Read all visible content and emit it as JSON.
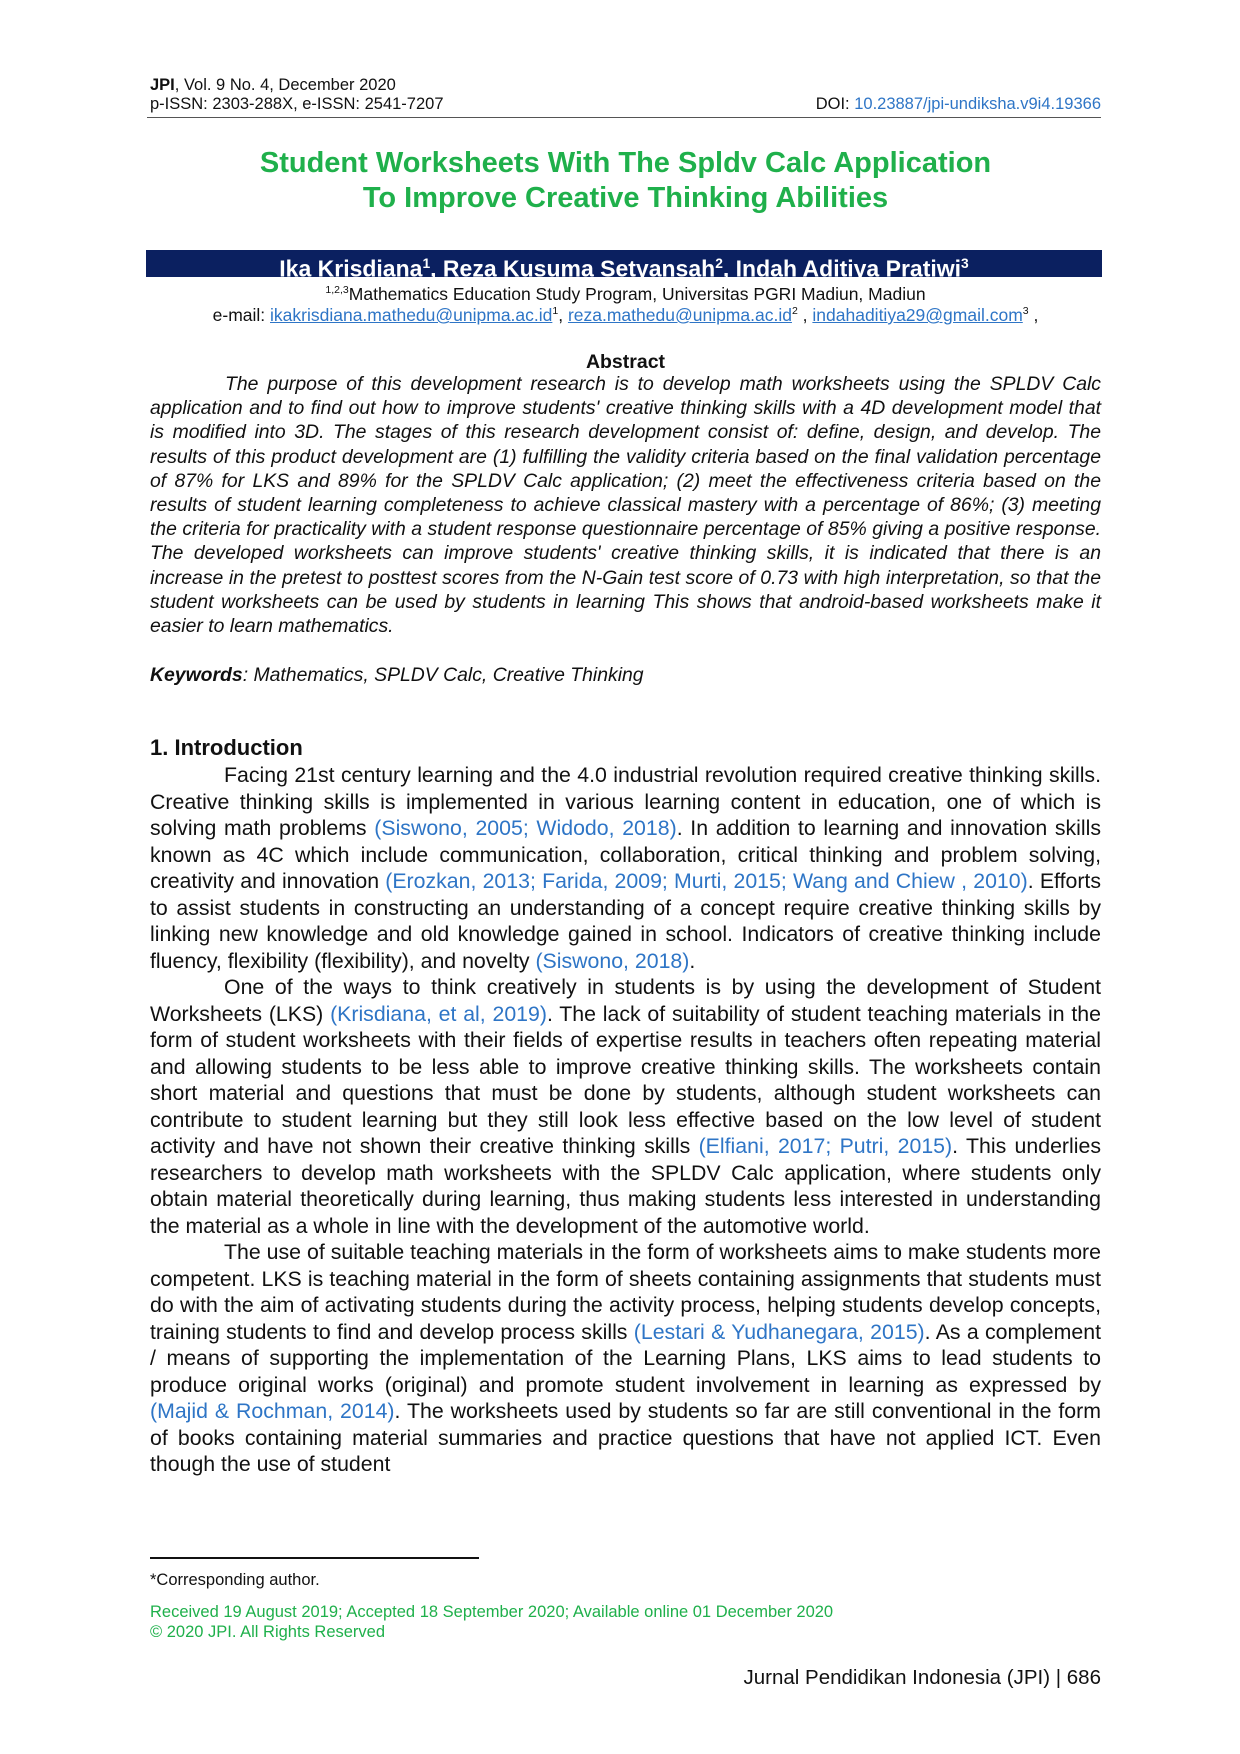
{
  "header": {
    "journal": "JPI",
    "volume": ", Vol. 9 No. 4, December 2020",
    "issn": "p-ISSN: 2303-288X, e-ISSN: 2541-7207",
    "doi_label": "DOI: ",
    "doi": "10.23887/jpi-undiksha.v9i4.19366"
  },
  "title": {
    "line1": "Student Worksheets With The Spldv Calc Application",
    "line2": "To Improve Creative Thinking Abilities"
  },
  "authors": [
    {
      "name": "Ika Krisdiana",
      "sup": "1",
      "sep": ", "
    },
    {
      "name": "Reza Kusuma Setyansah",
      "sup": "2",
      "sep": ", "
    },
    {
      "name": "Indah Aditiya Pratiwi",
      "sup": "3",
      "sep": ""
    }
  ],
  "affiliation": {
    "sup": "1,2,3",
    "text": "Mathematics Education Study Program, Universitas PGRI Madiun, Madiun"
  },
  "emails": {
    "label": "e-mail: ",
    "items": [
      {
        "addr": "ikakrisdiana.mathedu@unipma.ac.id",
        "sup": "1",
        "sep": ", "
      },
      {
        "addr": "reza.mathedu@unipma.ac.id",
        "sup": "2",
        "sep": " , "
      },
      {
        "addr": "indahaditiya29@gmail.com",
        "sup": "3",
        "sep": " ,"
      }
    ]
  },
  "abstract": {
    "heading": "Abstract",
    "text": "The purpose of this development research is to develop math worksheets using the SPLDV Calc application and to find out how to improve students' creative thinking skills with a 4D development model that is modified into 3D. The stages of this research development consist of: define, design, and develop. The results of this product development are (1) fulfilling the validity criteria based on the final validation percentage of 87% for LKS and 89% for the SPLDV Calc application; (2) meet the effectiveness criteria based on the results of student learning completeness to achieve classical mastery with a percentage of 86%; (3) meeting the criteria for practicality with a student response questionnaire percentage of 85% giving a positive response. The developed worksheets can improve students' creative thinking skills, it is indicated that there is an increase in the pretest to posttest scores from the N-Gain test score of 0.73 with high interpretation, so that the student worksheets can be used by students in learning This shows that android-based worksheets make it easier to learn mathematics."
  },
  "keywords": {
    "label": "Keywords",
    "text": ": Mathematics, SPLDV Calc, Creative Thinking"
  },
  "introduction": {
    "heading": "1.  Introduction",
    "paragraphs": [
      [
        {
          "t": "Facing 21st century learning and the 4.0 industrial revolution required creative thinking skills. Creative thinking skills is implemented in various learning content in education, one of which is solving math problems "
        },
        {
          "t": "(Siswono, 2005;  Widodo, 2018)",
          "c": true
        },
        {
          "t": ". In addition to learning and innovation skills known as 4C which include communication, collaboration, critical thinking and problem solving, creativity and innovation "
        },
        {
          "t": "(Erozkan, 2013; Farida, 2009; Murti, 2015; Wang and Chiew , 2010)",
          "c": true
        },
        {
          "t": ". Efforts to assist students in constructing an understanding of a concept require creative thinking skills by linking new knowledge and old knowledge gained in school. Indicators of creative thinking include fluency, flexibility (flexibility), and novelty "
        },
        {
          "t": "(Siswono, 2018)",
          "c": true
        },
        {
          "t": "."
        }
      ],
      [
        {
          "t": "One of the ways to think creatively in students is by using the development of Student Worksheets (LKS) "
        },
        {
          "t": "(Krisdiana, et al, 2019)",
          "c": true
        },
        {
          "t": ". The lack of suitability of student teaching materials in the form of student worksheets with their fields of expertise results in teachers often repeating material and allowing students to be less able to improve creative thinking skills. The worksheets contain short material and questions that must be done by students, although student worksheets can contribute to student learning but they still look less effective based on the low level of student activity and have not shown their creative thinking skills "
        },
        {
          "t": "(Elfiani, 2017; Putri, 2015)",
          "c": true
        },
        {
          "t": ". This underlies researchers to develop math worksheets with the SPLDV Calc application, where students only obtain material theoretically during learning, thus making students less interested in understanding the material as a whole in line with the development of the automotive world."
        }
      ],
      [
        {
          "t": "The use of suitable teaching materials in the form of worksheets aims to make students more competent. LKS is teaching material in the form of sheets containing assignments that students must do with the aim of activating students during the activity process, helping students develop concepts, training students to find and develop process skills "
        },
        {
          "t": "(Lestari & Yudhanegara, 2015)",
          "c": true
        },
        {
          "t": ". As a complement / means of supporting the implementation of the Learning Plans, LKS aims to lead students to produce original works (original) and promote student involvement in learning as expressed by "
        },
        {
          "t": "(Majid & Rochman, 2014)",
          "c": true
        },
        {
          "t": ". The worksheets used by students so far are still conventional in the form of books containing material summaries and practice questions that have not applied ICT. Even though the use of student"
        }
      ]
    ]
  },
  "footnote": {
    "corresponding": "*Corresponding author."
  },
  "history": {
    "received": "Received 19 August 2019; Accepted 18 September 2020; Available online 01 December 2020",
    "copyright": "© 2020 JPI. All Rights Reserved"
  },
  "footer": {
    "journal": "Jurnal Pendidikan Indonesia (JPI)",
    "sep": " | ",
    "page": "686"
  },
  "colors": {
    "title_green": "#1fb04b",
    "author_bar": "#0b2060",
    "link_blue": "#2e75c6"
  }
}
